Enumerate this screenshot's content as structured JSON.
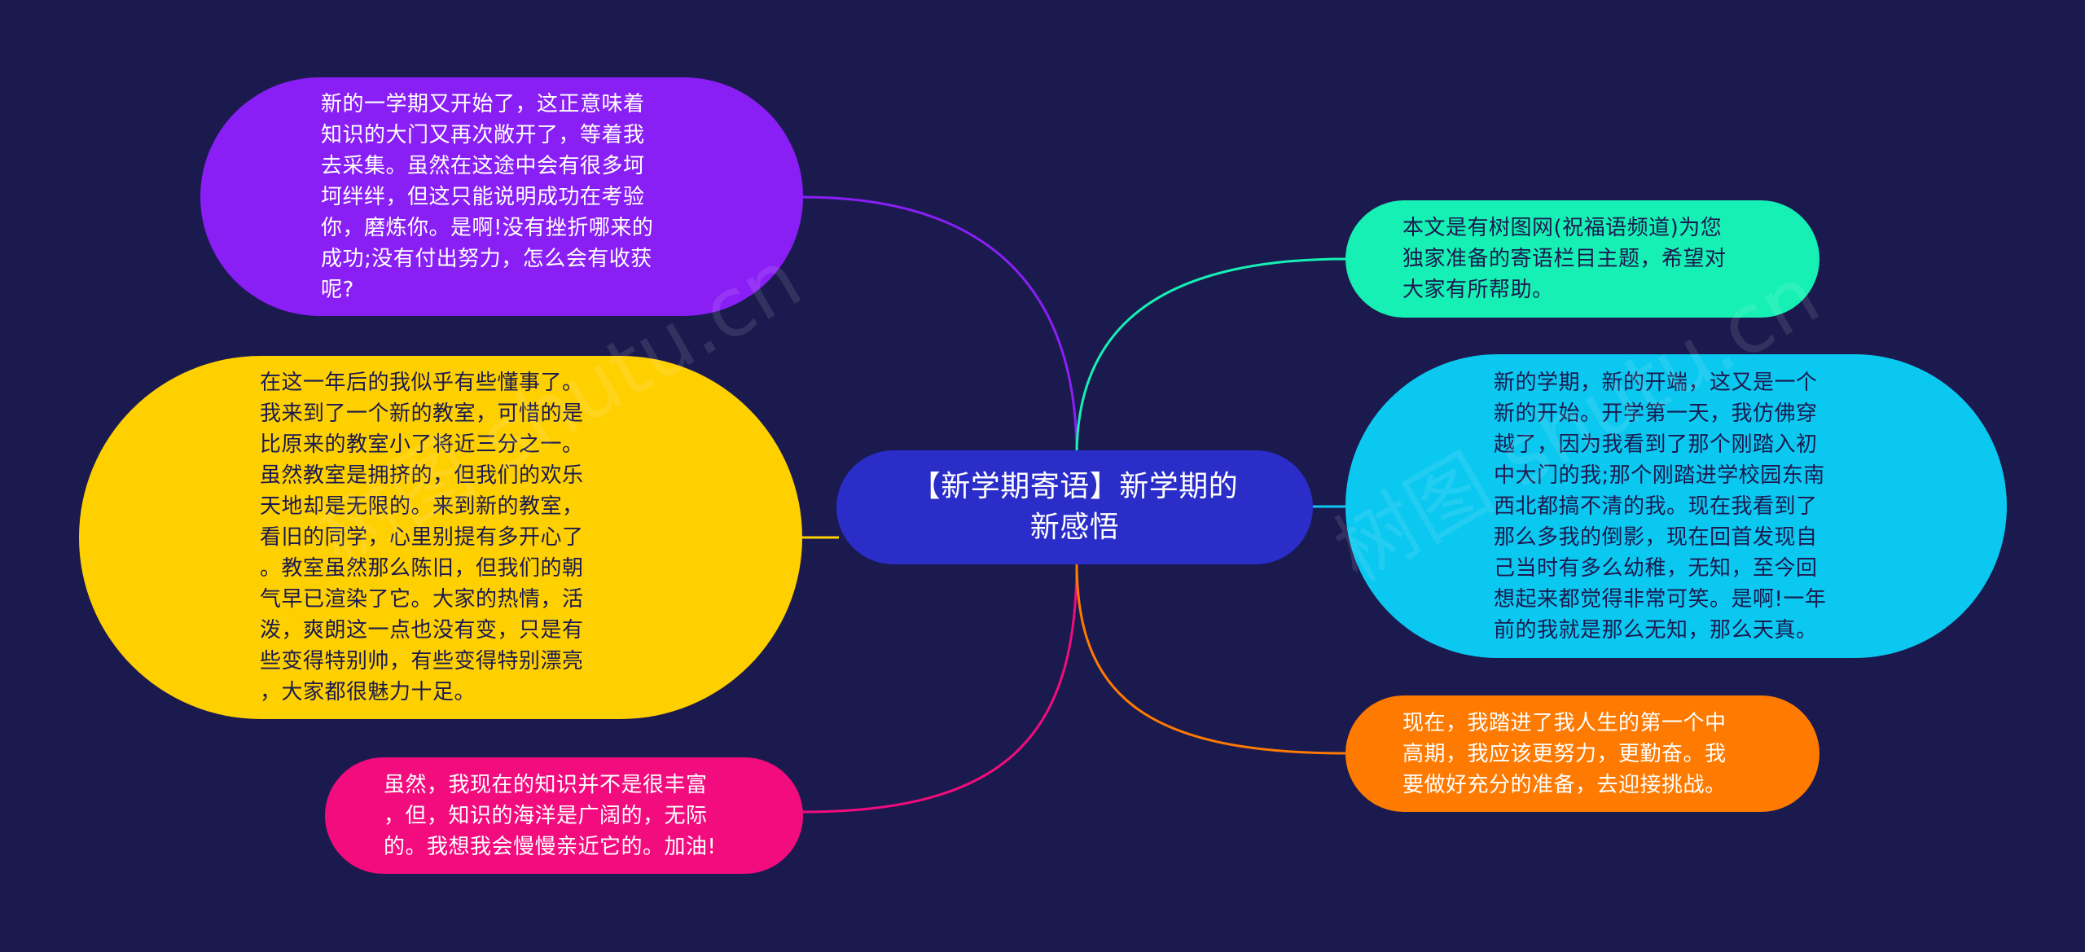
{
  "mindmap": {
    "center": {
      "text": "【新学期寄语】新学期的\n新感悟",
      "color": "#2a2dc8"
    },
    "branches": [
      {
        "id": "purple",
        "color": "#8a1ff5",
        "text_color": "#ffffff",
        "text": "新的一学期又开始了，这正意味着\n知识的大门又再次敞开了，等着我\n去采集。虽然在这途中会有很多坷\n坷绊绊，但这只能说明成功在考验\n你，磨炼你。是啊!没有挫折哪来的\n成功;没有付出努力，怎么会有收获\n呢?"
      },
      {
        "id": "yellow",
        "color": "#ffd000",
        "text_color": "#1b1a4f",
        "text": "在这一年后的我似乎有些懂事了。\n我来到了一个新的教室，可惜的是\n比原来的教室小了将近三分之一。\n虽然教室是拥挤的，但我们的欢乐\n天地却是无限的。来到新的教室，\n看旧的同学，心里别提有多开心了\n。教室虽然那么陈旧，但我们的朝\n气早已渲染了它。大家的热情，活\n泼，爽朗这一点也没有变，只是有\n些变得特别帅，有些变得特别漂亮\n，大家都很魅力十足。"
      },
      {
        "id": "pink",
        "color": "#f20c7d",
        "text_color": "#ffffff",
        "text": "虽然，我现在的知识并不是很丰富\n，但，知识的海洋是广阔的，无际\n的。我想我会慢慢亲近它的。加油!"
      },
      {
        "id": "green",
        "color": "#16f0b4",
        "text_color": "#1b1a4f",
        "text": "本文是有树图网(祝福语频道)为您\n独家准备的寄语栏目主题，希望对\n大家有所帮助。"
      },
      {
        "id": "cyan",
        "color": "#0bc8f0",
        "text_color": "#1b1a4f",
        "text": "新的学期，新的开端，这又是一个\n新的开始。开学第一天，我仿佛穿\n越了，因为我看到了那个刚踏入初\n中大门的我;那个刚踏进学校园东南\n西北都搞不清的我。现在我看到了\n那么多我的倒影，现在回首发现自\n己当时有多么幼稚，无知，至今回\n想起来都觉得非常可笑。是啊!一年\n前的我就是那么无知，那么天真。"
      },
      {
        "id": "orange",
        "color": "#ff7a00",
        "text_color": "#ffffff",
        "text": "现在，我踏进了我人生的第一个中\n高期，我应该更努力，更勤奋。我\n要做好充分的准备，去迎接挑战。"
      }
    ],
    "watermarks": [
      "树图 shutu.cn",
      "树图 shutu.cn"
    ]
  }
}
